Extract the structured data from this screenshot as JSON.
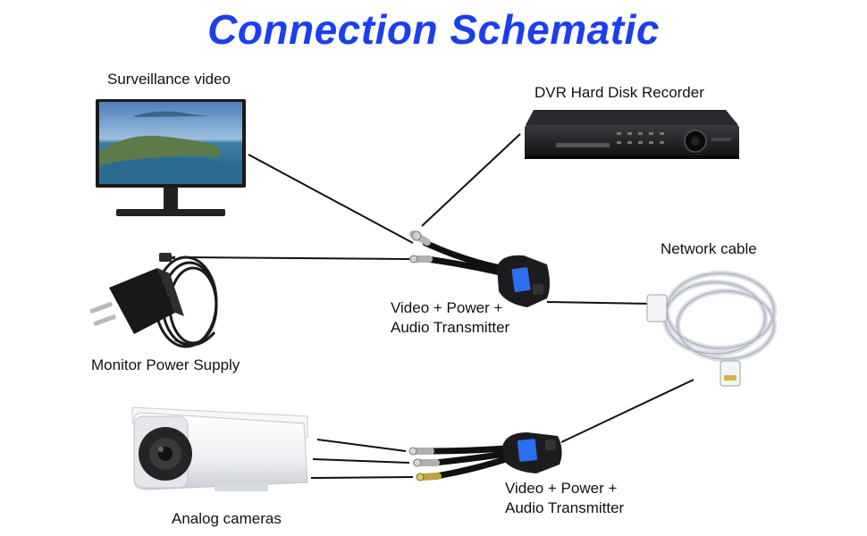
{
  "title": "Connection Schematic",
  "labels": {
    "surveillance_video": "Surveillance video",
    "dvr": "DVR Hard Disk Recorder",
    "network_cable": "Network cable",
    "power_supply": "Monitor Power Supply",
    "analog_cameras": "Analog cameras",
    "transmitter_top_line1": "Video + Power +",
    "transmitter_top_line2": "Audio Transmitter",
    "transmitter_bottom_line1": "Video + Power +",
    "transmitter_bottom_line2": "Audio Transmitter"
  },
  "colors": {
    "title": "#1a3ff0",
    "wire": "#111111",
    "device_dark": "#1c1c1e",
    "cable_white": "#e8eaee",
    "balun_screen": "#2b6ff2"
  }
}
